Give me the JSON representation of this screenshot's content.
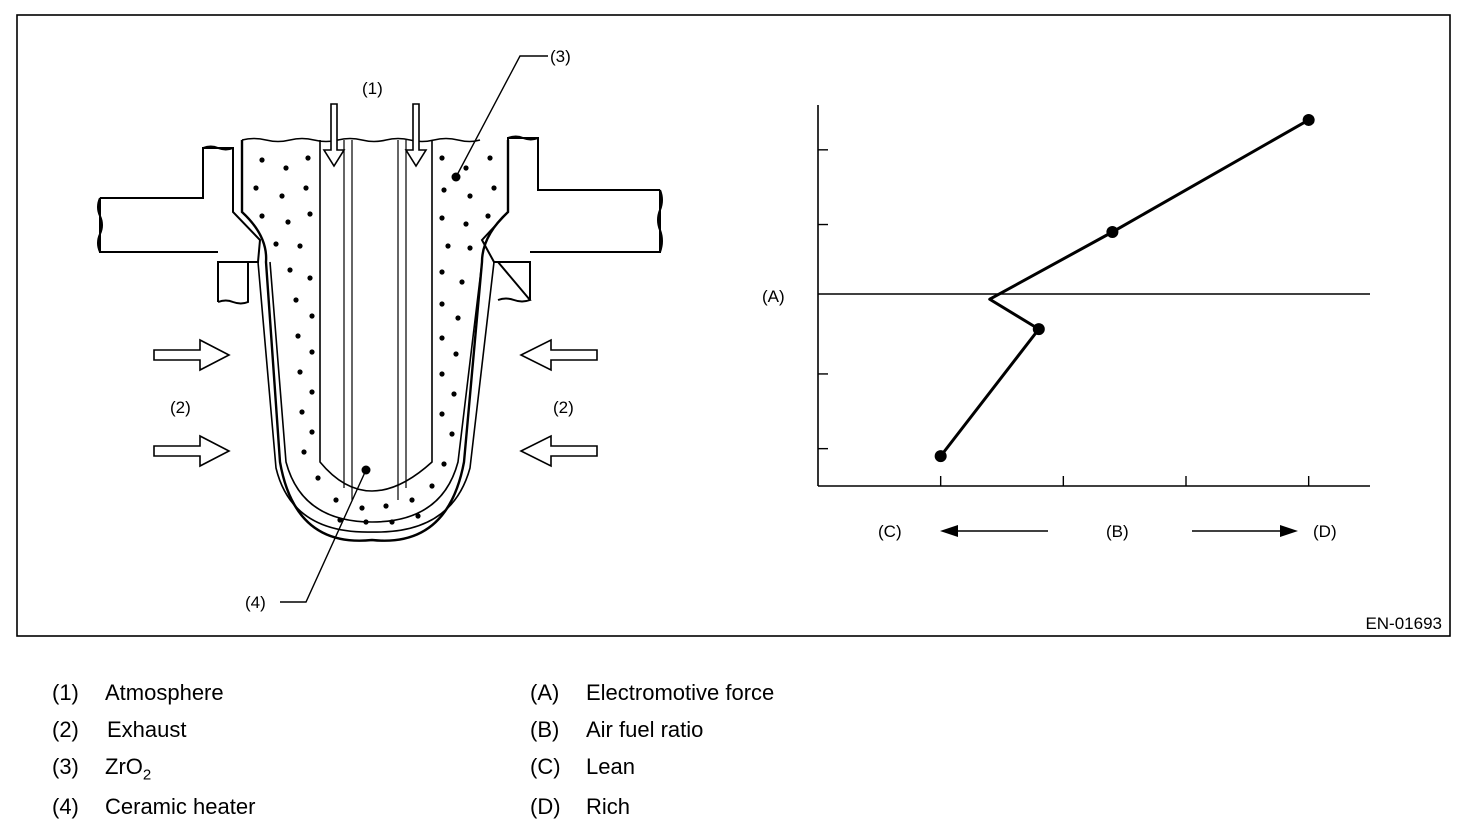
{
  "diagram": {
    "callout_1": "(1)",
    "callout_2_left": "(2)",
    "callout_2_right": "(2)",
    "callout_3": "(3)",
    "callout_4": "(4)",
    "axis_a": "(A)",
    "axis_b": "(B)",
    "axis_c": "(C)",
    "axis_d": "(D)",
    "figure_code": "EN-01693"
  },
  "chart_data": {
    "type": "line",
    "title": "",
    "xlabel": "(B)",
    "ylabel": "(A)",
    "x": [
      1.0,
      1.8,
      2.4,
      4.0
    ],
    "y": [
      -2.1,
      -0.4,
      0.9,
      2.4
    ],
    "knee": [
      1.4,
      0.0
    ],
    "x_ticks": [
      1,
      2,
      3,
      4
    ],
    "y_ticks": [
      -2,
      -1,
      1,
      2
    ],
    "xlim": [
      0,
      4.5
    ],
    "ylim": [
      -2.5,
      2.6
    ],
    "reference_line_y": 0
  },
  "legend_left": [
    {
      "num": "(1)",
      "text": "Atmosphere"
    },
    {
      "num": "(2)",
      "text": "Exhaust"
    },
    {
      "num": "(3)",
      "text": "ZrO",
      "sub": "2"
    },
    {
      "num": "(4)",
      "text": "Ceramic heater"
    }
  ],
  "legend_right": [
    {
      "num": "(A)",
      "text": "Electromotive force"
    },
    {
      "num": "(B)",
      "text": "Air fuel ratio"
    },
    {
      "num": "(C)",
      "text": "Lean"
    },
    {
      "num": "(D)",
      "text": "Rich"
    }
  ]
}
